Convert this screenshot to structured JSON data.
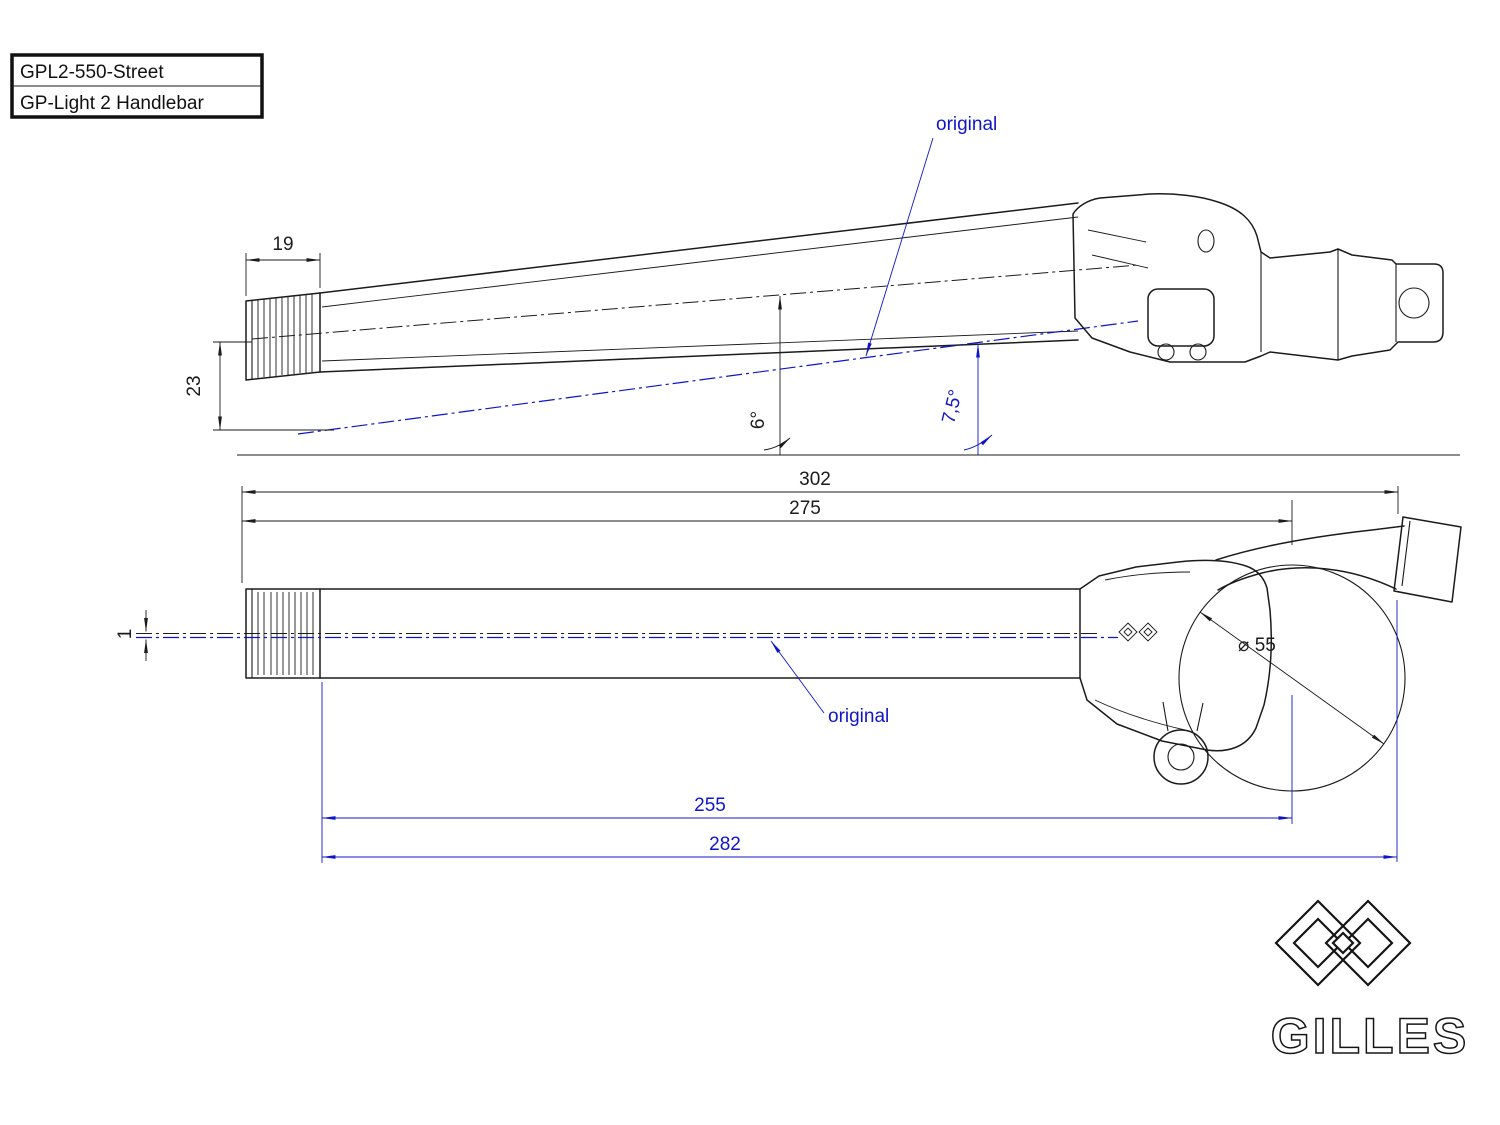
{
  "title_block": {
    "line1": "GPL2-550-Street",
    "line2": "GP-Light 2 Handlebar"
  },
  "side_view": {
    "dim_knurl_length": "19",
    "dim_drop_height": "23",
    "angle_bar": "6°",
    "angle_original": "7,5°",
    "label_original": "original"
  },
  "plan_view": {
    "dim_overall": "302",
    "dim_to_clamp_center": "275",
    "dim_original_255": "255",
    "dim_original_282": "282",
    "dim_offset": "1",
    "dim_clamp_diameter": "⌀ 55",
    "label_original": "original"
  },
  "logo": {
    "brand": "GILLES"
  },
  "colors": {
    "line": "#1b1b1b",
    "accent_blue": "#1016c8",
    "background": "#ffffff"
  }
}
